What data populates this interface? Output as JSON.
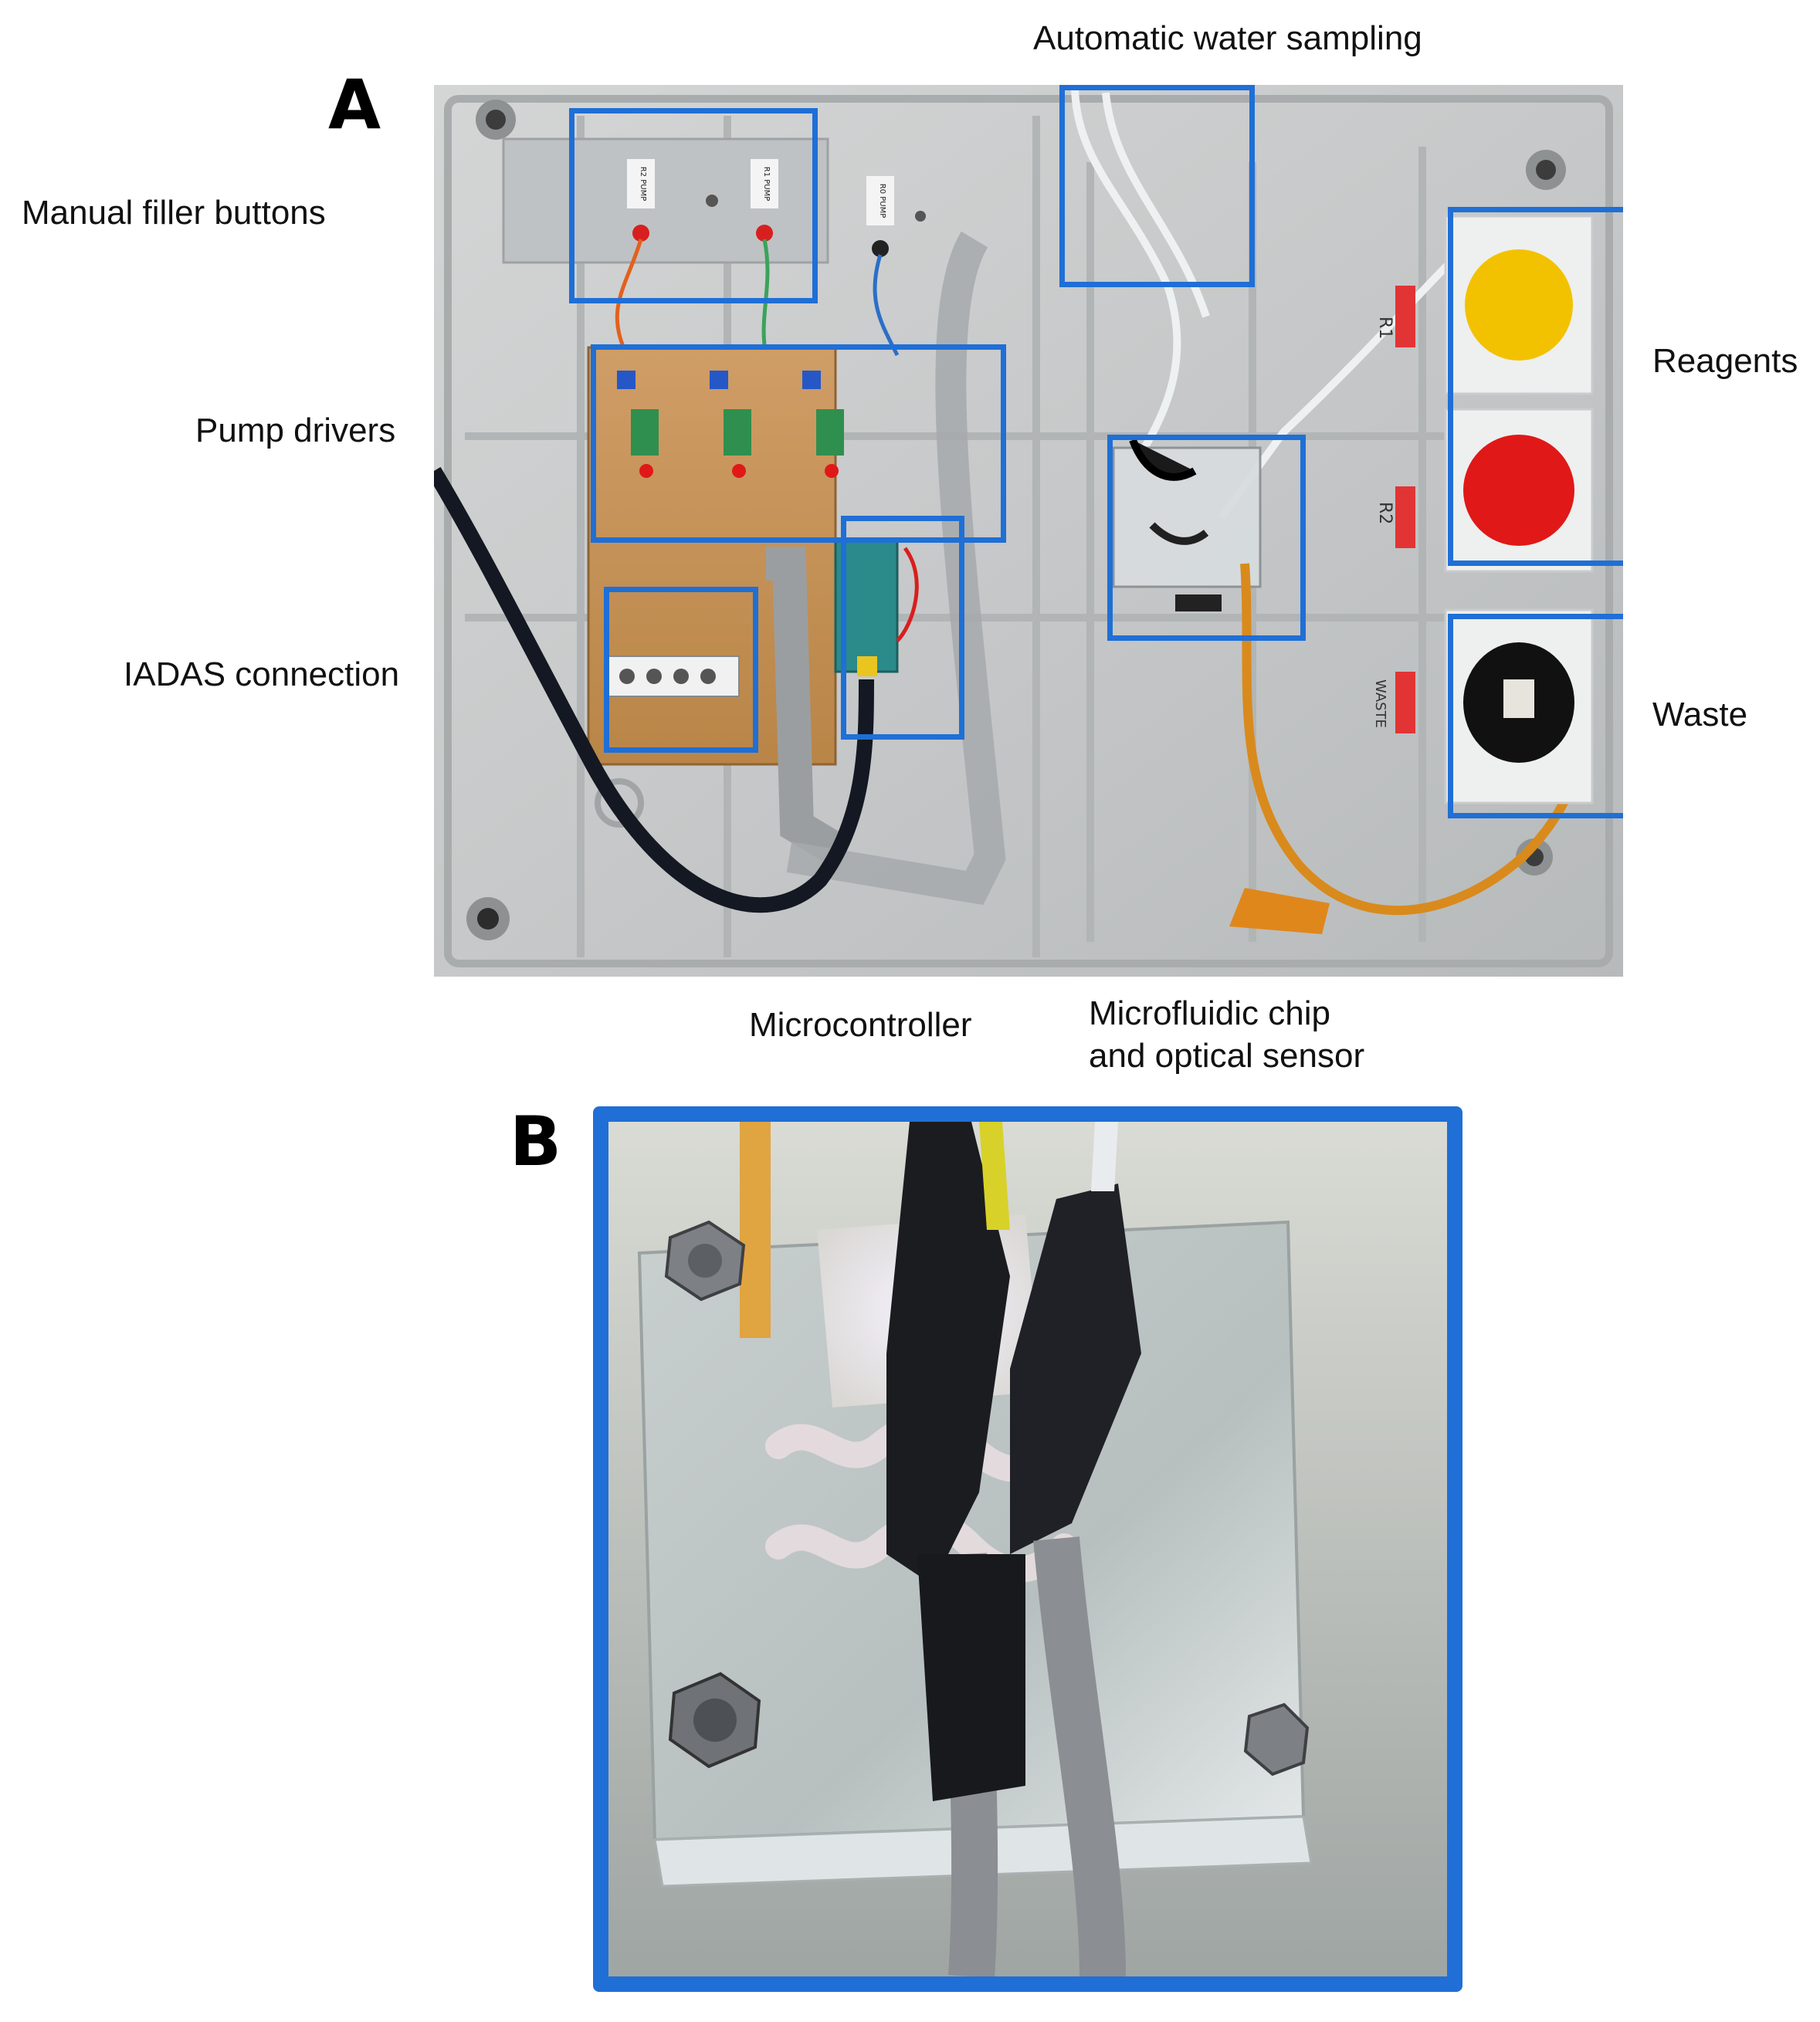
{
  "panel_a": {
    "letter": "A",
    "labels": {
      "automatic_water_sampling": "Automatic water sampling",
      "manual_filler_buttons": "Manual filler buttons",
      "pump_drivers": "Pump drivers",
      "iadas_connection": "IADAS connection",
      "reagents": "Reagents",
      "waste": "Waste",
      "microcontroller": "Microcontroller",
      "microfluidic_line1": "Microfluidic chip",
      "microfluidic_line2": "and optical sensor"
    },
    "photo_text": {
      "pump_r2": "R2 PUMP",
      "pump_r1": "R1 PUMP",
      "pump_r0": "R0 PUMP",
      "bottle_r1": "R1",
      "bottle_r2": "R2",
      "bottle_waste": "WASTE"
    }
  },
  "panel_b": {
    "letter": "B"
  },
  "colors": {
    "highlight": "#1f6fd6",
    "reagent_1": "#f2c200",
    "reagent_2": "#e01818",
    "waste_cap": "#111111",
    "tubing": "#d98a1c",
    "pcb": "#c8955a"
  }
}
